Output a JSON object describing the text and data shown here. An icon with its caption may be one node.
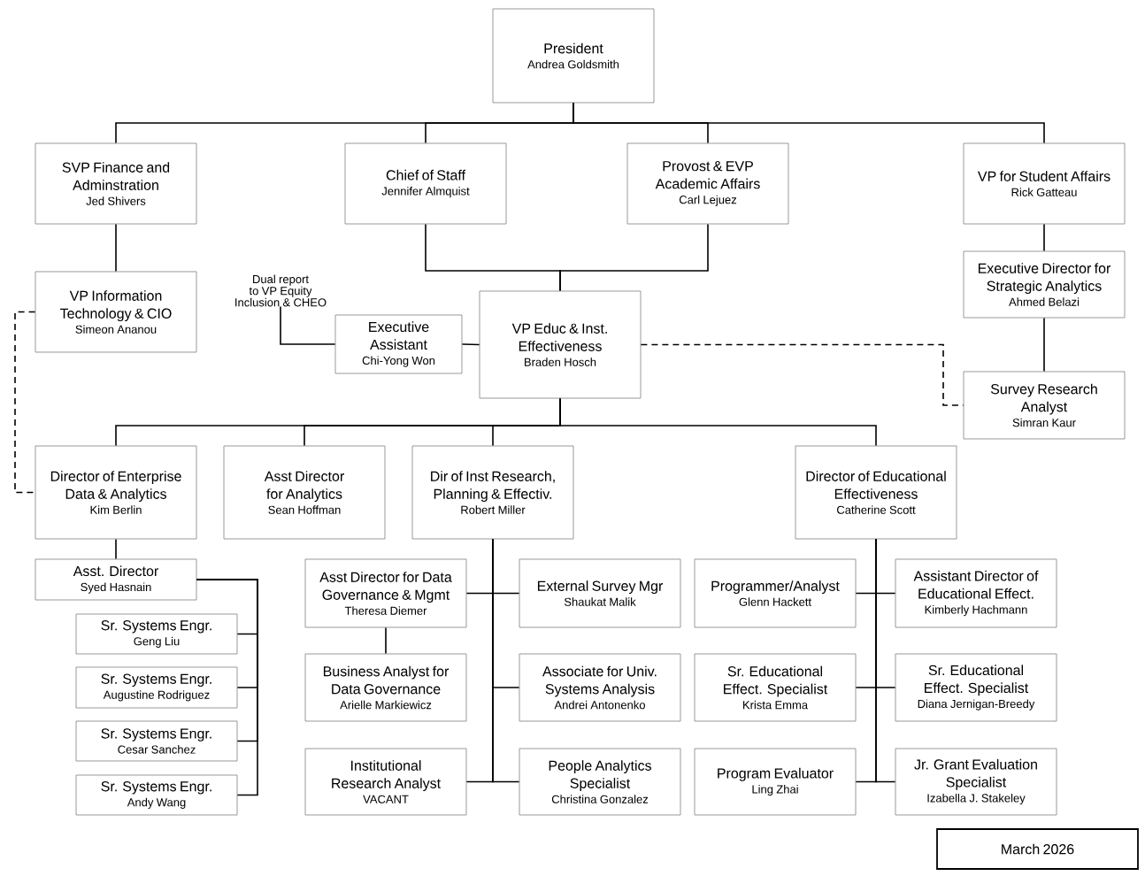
{
  "diagram": {
    "nodes": [
      {
        "text": [
          "President",
          "Andrea Goldsmith"
        ]
      },
      {
        "text": [
          "SVP Finance and Adminstration",
          "Jed Shivers"
        ]
      },
      {
        "text": [
          "Chief of Staff",
          "Jennifer Almquist"
        ]
      },
      {
        "text": [
          "Provost & EVP Academic Affairs",
          "Carl Lejuez"
        ]
      },
      {
        "text": [
          "VP for Student Affairs",
          "Rick Gatteau"
        ]
      },
      {
        "text": [
          "VP Information Technology & CIO",
          "Simeon Ananou"
        ]
      },
      {
        "text": [
          "Dual report to VP Equity Inclusion & CHEO"
        ]
      },
      {
        "text": [
          "Executive Assistant",
          "Chi-Yong Won"
        ]
      },
      {
        "text": [
          "VP Educ & Inst. Effectiveness",
          "Braden Hosch"
        ]
      },
      {
        "text": [
          "Executive Director for Strategic Analytics",
          "Ahmed Belazi"
        ]
      },
      {
        "text": [
          "Survey Research Analyst",
          "Simran Kaur"
        ]
      },
      {
        "text": [
          "Director of Enterprise Data & Analytics",
          "Kim Berlin"
        ]
      },
      {
        "text": [
          "Asst Director for Analytics",
          "Sean Hoffman"
        ]
      },
      {
        "text": [
          "Dir of Inst Research, Planning & Effectiv.",
          "Robert Miller"
        ]
      },
      {
        "text": [
          "Director of Educational Effectiveness",
          "Catherine Scott"
        ]
      },
      {
        "text": [
          "Asst. Director",
          "Syed Hasnain"
        ]
      },
      {
        "text": [
          "Sr. Systems Engr.",
          "Geng Liu"
        ]
      },
      {
        "text": [
          "Sr. Systems Engr.",
          "Augustine Rodriguez"
        ]
      },
      {
        "text": [
          "Sr. Systems Engr.",
          "Cesar Sanchez"
        ]
      },
      {
        "text": [
          "Sr. Systems Engr.",
          "Andy Wang"
        ]
      },
      {
        "text": [
          "Asst Director for Data Governance & Mgmt",
          "Theresa Diemer"
        ]
      },
      {
        "text": [
          "External Survey Mgr",
          "Shaukat Malik"
        ]
      },
      {
        "text": [
          "Business Analyst for Data Governance",
          "Arielle Markiewicz"
        ]
      },
      {
        "text": [
          "Associate for Univ. Systems Analysis",
          "Andrei Antonenko"
        ]
      },
      {
        "text": [
          "Institutional Research Analyst",
          "VACANT"
        ]
      },
      {
        "text": [
          "People Analytics Specialist",
          "Christina Gonzalez"
        ]
      },
      {
        "text": [
          "Programmer/Analyst",
          "Glenn Hackett"
        ]
      },
      {
        "text": [
          "Assistant Director of Educational Effect.",
          "Kimberly Hachmann"
        ]
      },
      {
        "text": [
          "Sr. Educational Effect. Specialist",
          "Krista Emma"
        ]
      },
      {
        "text": [
          "Sr. Educational Effect. Specialist",
          "Diana Jernigan-Breedy"
        ]
      },
      {
        "text": [
          "Program Evaluator",
          "Ling Zhai"
        ]
      },
      {
        "text": [
          "Jr. Grant Evaluation Specialist",
          "Izabella J. Stakeley"
        ]
      },
      {
        "text": [
          "March 2026"
        ]
      }
    ],
    "edges": [
      {
        "from": 0,
        "to": 1,
        "arrow": "none"
      },
      {
        "from": 0,
        "to": 2,
        "arrow": "none"
      },
      {
        "from": 0,
        "to": 3,
        "arrow": "none"
      },
      {
        "from": 0,
        "to": 4,
        "arrow": "none"
      },
      {
        "from": 1,
        "to": 5,
        "arrow": "none"
      },
      {
        "from": 2,
        "to": 8,
        "arrow": "none"
      },
      {
        "from": 3,
        "to": 8,
        "arrow": "none"
      },
      {
        "from": 4,
        "to": 9,
        "arrow": "none"
      },
      {
        "from": 9,
        "to": 10,
        "arrow": "none"
      },
      {
        "from": 6,
        "to": 7,
        "arrow": "none"
      },
      {
        "from": 7,
        "to": 8,
        "arrow": "none"
      },
      {
        "from": 8,
        "to": 10,
        "arrow": "none",
        "style": "dashed"
      },
      {
        "from": 5,
        "to": 11,
        "arrow": "none",
        "style": "dashed"
      },
      {
        "from": 8,
        "to": 11,
        "arrow": "none"
      },
      {
        "from": 8,
        "to": 12,
        "arrow": "none"
      },
      {
        "from": 8,
        "to": 13,
        "arrow": "none"
      },
      {
        "from": 8,
        "to": 14,
        "arrow": "none"
      },
      {
        "from": 11,
        "to": 15,
        "arrow": "none"
      },
      {
        "from": 15,
        "to": 16,
        "arrow": "none"
      },
      {
        "from": 15,
        "to": 17,
        "arrow": "none"
      },
      {
        "from": 15,
        "to": 18,
        "arrow": "none"
      },
      {
        "from": 15,
        "to": 19,
        "arrow": "none"
      },
      {
        "from": 13,
        "to": 20,
        "arrow": "none"
      },
      {
        "from": 13,
        "to": 21,
        "arrow": "none"
      },
      {
        "from": 20,
        "to": 22,
        "arrow": "none"
      },
      {
        "from": 13,
        "to": 23,
        "arrow": "none"
      },
      {
        "from": 13,
        "to": 24,
        "arrow": "none"
      },
      {
        "from": 13,
        "to": 25,
        "arrow": "none"
      },
      {
        "from": 14,
        "to": 26,
        "arrow": "none"
      },
      {
        "from": 14,
        "to": 27,
        "arrow": "none"
      },
      {
        "from": 14,
        "to": 28,
        "arrow": "none"
      },
      {
        "from": 14,
        "to": 29,
        "arrow": "none"
      },
      {
        "from": 14,
        "to": 30,
        "arrow": "none"
      },
      {
        "from": 14,
        "to": 31,
        "arrow": "none"
      }
    ]
  }
}
